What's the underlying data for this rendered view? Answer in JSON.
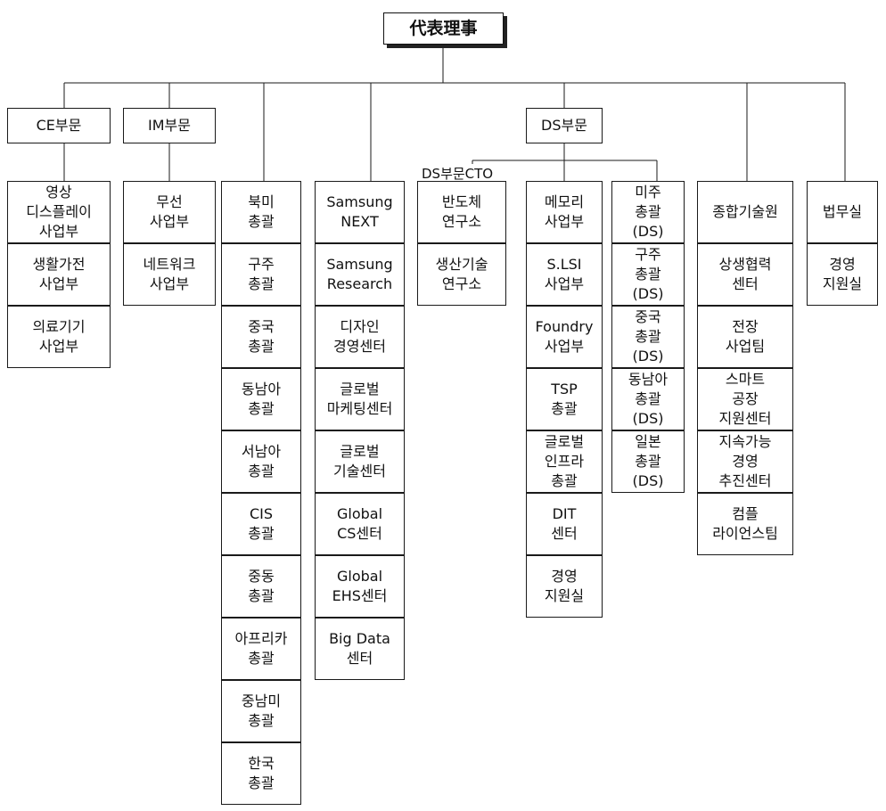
{
  "root": "代表理事",
  "ds_cto_label": "DS부문CTO",
  "divisions": {
    "ce": {
      "name": "CE부문",
      "units": [
        "영상\n디스플레이\n사업부",
        "생활가전\n사업부",
        "의료기기\n사업부"
      ]
    },
    "im": {
      "name": "IM부문",
      "units": [
        "무선\n사업부",
        "네트워크\n사업부"
      ]
    },
    "regions": {
      "units": [
        "북미\n총괄",
        "구주\n총괄",
        "중국\n총괄",
        "동남아\n총괄",
        "서남아\n총괄",
        "CIS\n총괄",
        "중동\n총괄",
        "아프리카\n총괄",
        "중남미\n총괄",
        "한국\n총괄"
      ]
    },
    "research": {
      "units": [
        "Samsung\nNEXT",
        "Samsung\nResearch",
        "디자인\n경영센터",
        "글로벌\n마케팅센터",
        "글로벌\n기술센터",
        "Global\nCS센터",
        "Global\nEHS센터",
        "Big Data\n센터"
      ]
    },
    "ds": {
      "name": "DS부문",
      "cto_units": [
        "반도체\n연구소",
        "생산기술\n연구소"
      ],
      "business_units": [
        "메모리\n사업부",
        "S.LSI\n사업부",
        "Foundry\n사업부",
        "TSP\n총괄",
        "글로벌\n인프라\n총괄",
        "DIT\n센터",
        "경영\n지원실"
      ],
      "regional_units": [
        "미주\n총괄\n(DS)",
        "구주\n총괄\n(DS)",
        "중국\n총괄\n(DS)",
        "동남아\n총괄\n(DS)",
        "일본\n총괄\n(DS)"
      ]
    },
    "sait": {
      "units": [
        "종합기술원",
        "상생협력\n센터",
        "전장\n사업팀",
        "스마트\n공장\n지원센터",
        "지속가능\n경영\n추진센터",
        "컴플\n라이언스팀"
      ]
    },
    "legal": {
      "units": [
        "법무실",
        "경영\n지원실"
      ]
    }
  }
}
